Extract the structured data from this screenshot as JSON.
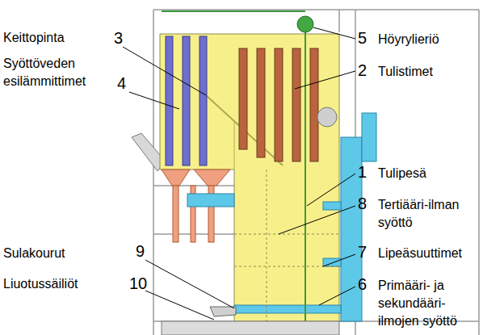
{
  "diagram": {
    "labels": [
      "Keittopinta",
      "3",
      "5",
      "Höyrylieriö",
      "Syöttöveden esilämmittimet",
      "4",
      "2",
      "Tulistimet",
      "1",
      "Tulipesä",
      "8",
      "Tertiääri-ilman syöttö",
      "Sulakourut",
      "9",
      "7",
      "Lipeäsuuttimet",
      "Liuotussäiliöt",
      "10",
      "6",
      "Primääri- ja sekundääri-ilmojen syöttö"
    ]
  }
}
